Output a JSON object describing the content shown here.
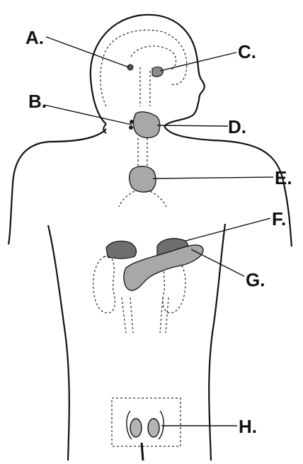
{
  "labels": {
    "a": "A.",
    "b": "B.",
    "c": "C.",
    "d": "D.",
    "e": "E.",
    "f": "F.",
    "g": "G.",
    "h": "H."
  },
  "colors": {
    "outline": "#111111",
    "organ_light": "#a8a8a8",
    "organ_dark": "#6e6e6e",
    "dotted": "#333333"
  }
}
